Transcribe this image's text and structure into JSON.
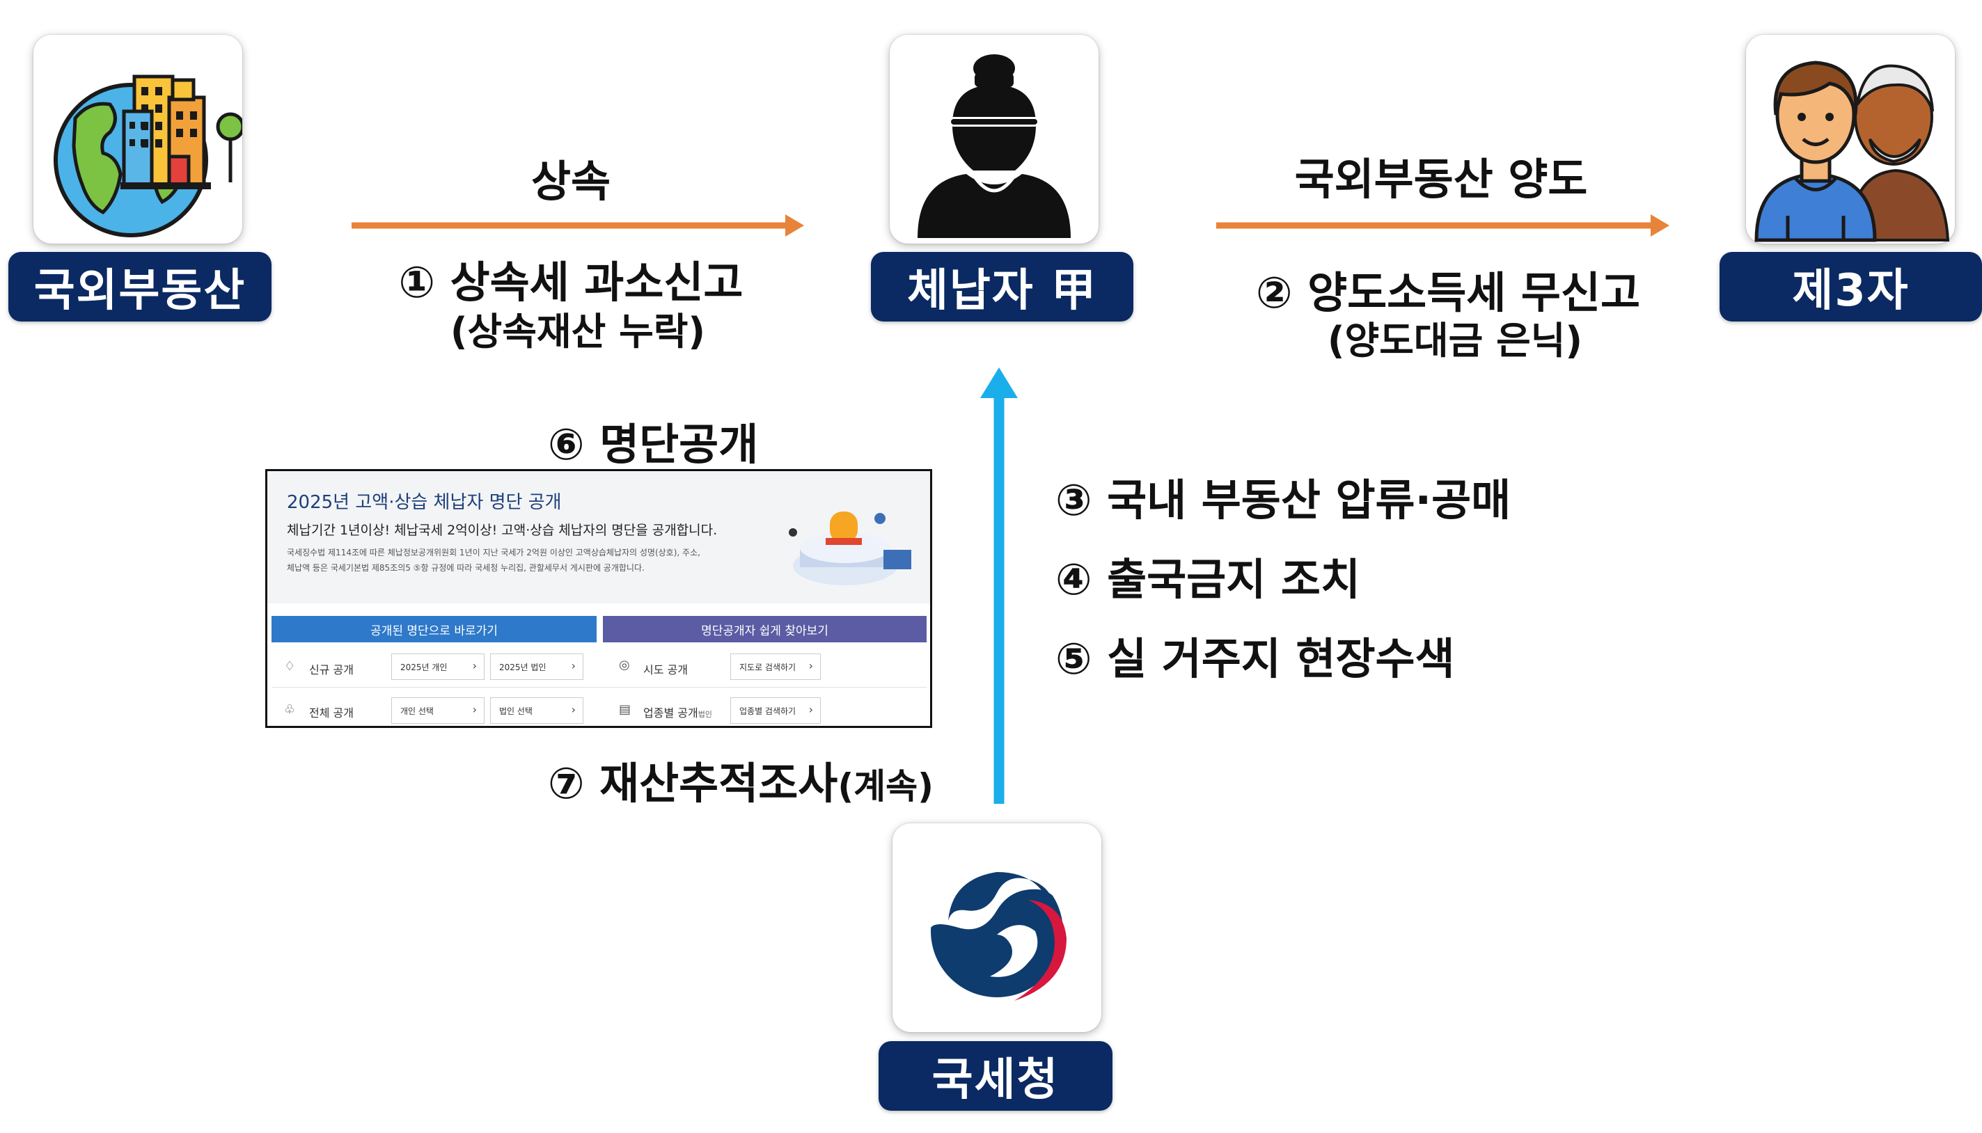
{
  "nodes": {
    "overseas": {
      "label": "국외부동산"
    },
    "taxpayer": {
      "label": "체납자 甲"
    },
    "third": {
      "label": "제3자"
    },
    "nts": {
      "label": "국세청"
    }
  },
  "edges": {
    "inherit": {
      "label": "상속",
      "step": "① 상속세 과소신고",
      "note": "(상속재산 누락)"
    },
    "transfer": {
      "label": "국외부동산 양도",
      "step": "② 양도소득세 무신고",
      "note": "(양도대금 은닉)"
    }
  },
  "actions": {
    "disclosure": "⑥ 명단공개",
    "tracking": "⑦ 재산추적조사",
    "tracking_paren": "(계속)",
    "items": [
      "③ 국내 부동산 압류·공매",
      "④ 출국금지 조치",
      "⑤ 실 거주지 현장수색"
    ]
  },
  "screenshot": {
    "title": "2025년 고액·상습 체납자 명단 공개",
    "subtitle": "체납기간 1년이상! 체납국세 2억이상! 고액·상습 체납자의 명단을 공개합니다.",
    "desc1": "국세징수법 제114조에 따른 체납정보공개위원회 1년이 지난 국세가 2억원 이상인 고액상습체납자의 성명(상호), 주소,",
    "desc2": "체납액 등은 국세기본법 제85조의5 ⑤항 규정에 따라 국세청 누리집, 관할세무서 게시판에 공개합니다.",
    "left_bar": "공개된 명단으로 바로가기",
    "right_bar": "명단공개자 쉽게 찾아보기",
    "rows": [
      {
        "label": "신규 공개",
        "btn1": "2025년 개인",
        "btn2": "2025년 법인",
        "label2": "시도 공개",
        "btn3": "지도로 검색하기"
      },
      {
        "label": "전체 공개",
        "btn1": "개인 선택",
        "btn2": "법인 선택",
        "label2": "업종별 공개",
        "btn3": "업종별 검색하기"
      }
    ],
    "label2_suffix": "법인"
  },
  "colors": {
    "pill": "#0b2a63",
    "orange_arrow": "#e8833a",
    "blue_arrow": "#1aaeea"
  }
}
